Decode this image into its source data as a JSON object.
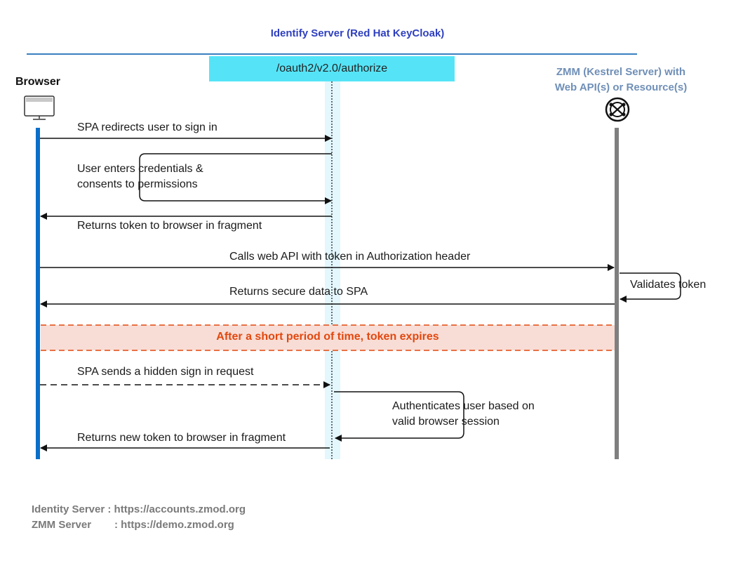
{
  "title": "Identify Server (Red Hat KeyCloak)",
  "endpoint": "/oauth2/v2.0/authorize",
  "participants": {
    "browser": "Browser",
    "server_line1": "ZMM (Kestrel Server) with",
    "server_line2": "Web API(s) or Resource(s)"
  },
  "icons": {
    "browser": "monitor-icon",
    "server": "web-api-globe-icon"
  },
  "messages": {
    "m1": "SPA redirects user to sign in",
    "m2_line1": "User enters credentials &",
    "m2_line2": "consents to permissions",
    "m3": "Returns token to browser in fragment",
    "m4": "Calls web API with token in Authorization header",
    "m5": "Validates token",
    "m6": "Returns secure data to SPA",
    "m7": "SPA sends a hidden sign in request",
    "m8_line1": "Authenticates user based on",
    "m8_line2": "valid browser session",
    "m9": "Returns new token to browser in fragment"
  },
  "expiry_banner": "After a short period of time, token expires",
  "footer": {
    "identity_label": "Identity Server",
    "identity_url": ": https://accounts.zmod.org",
    "zmm_label": "ZMM Server",
    "zmm_url": ": https://demo.zmod.org"
  },
  "colors": {
    "title": "#2e3fbf",
    "endpoint_fill": "#55e4f7",
    "browser_lifeline": "#0a6fc9",
    "server_lifeline": "#7f7f7f",
    "expiry_fill": "#f8ddd6",
    "expiry_border": "#e2480f",
    "server_label": "#6f8fb7"
  }
}
